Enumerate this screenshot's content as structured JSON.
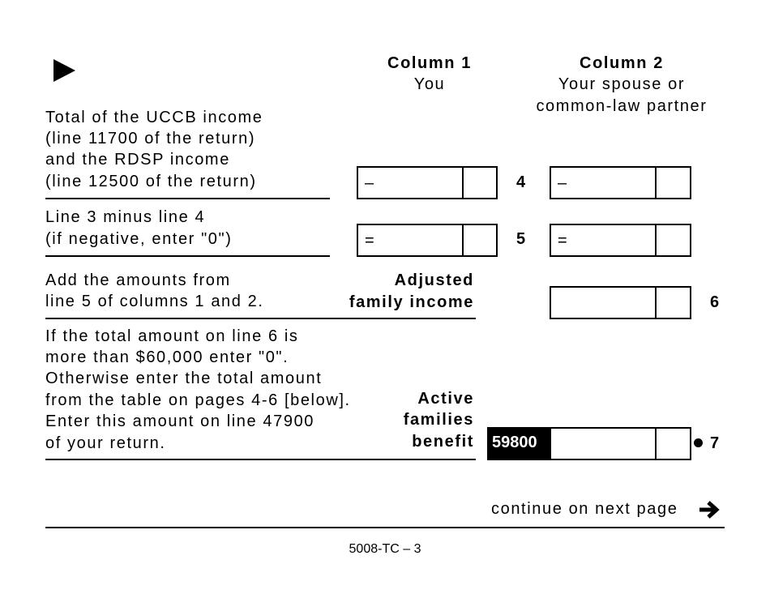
{
  "columns": {
    "col1_title": "Column 1",
    "col1_sub": "You",
    "col2_title": "Column 2",
    "col2_sub1": "Your spouse or",
    "col2_sub2": "common-law partner"
  },
  "lines": {
    "line4": {
      "text": [
        "Total of the UCCB income",
        "(line 11700 of the return)",
        "and the RDSP income",
        "(line 12500 of the return)"
      ],
      "number": "4",
      "symbol": "–"
    },
    "line5": {
      "text": [
        "Line 3 minus line 4",
        "(if negative, enter \"0\")"
      ],
      "number": "5",
      "symbol": "="
    },
    "line6": {
      "text": [
        "Add the amounts from",
        "line 5 of columns 1 and 2."
      ],
      "label": [
        "Adjusted",
        "family income"
      ],
      "number": "6"
    },
    "line7": {
      "text": [
        "If the total amount on line 6 is",
        "more than $60,000 enter \"0\".",
        "Otherwise enter the total amount",
        "from the table on pages 4-6 [below].",
        "Enter this amount on line 47900",
        "of your return."
      ],
      "label": [
        "Active",
        "families",
        "benefit"
      ],
      "code": "59800",
      "number": "7"
    }
  },
  "footer": {
    "continue": "continue on next page",
    "page_id": "5008-TC – 3"
  }
}
